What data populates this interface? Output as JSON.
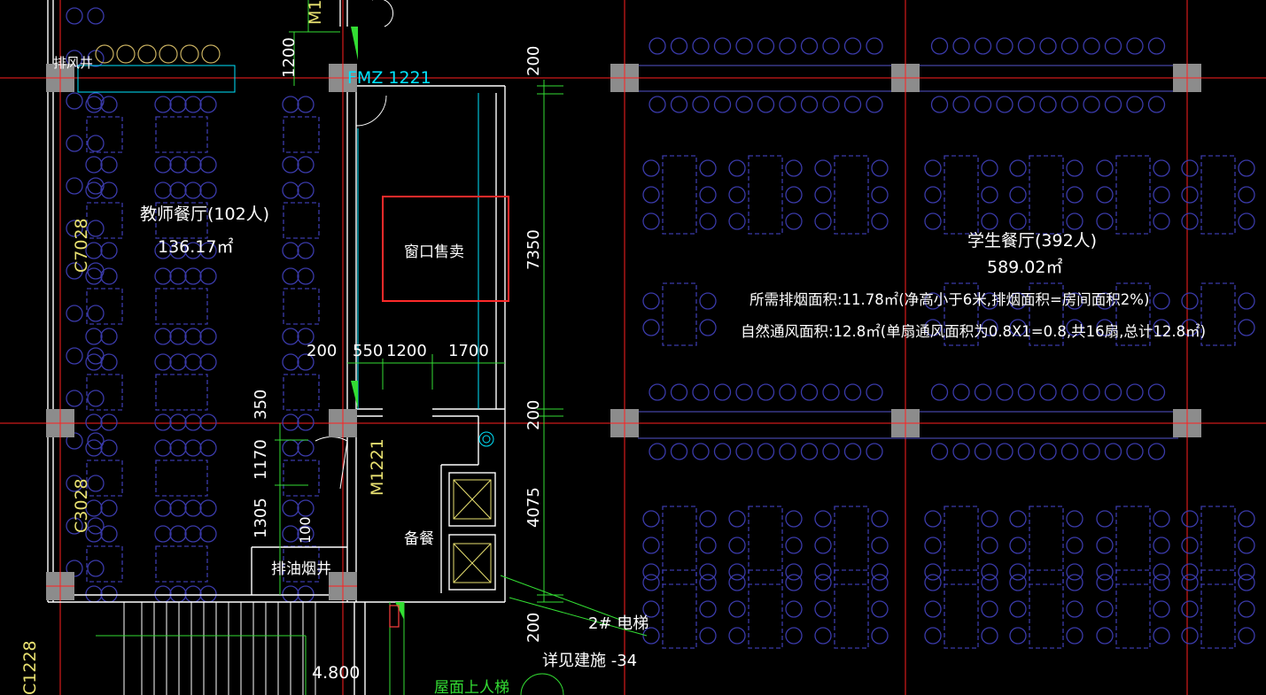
{
  "colors": {
    "background": "#000000",
    "axis": "#ff2020",
    "wall": "#ffffff",
    "furniture": "#3a3aa8",
    "dimension": "#33dd33",
    "opening": "#00e5ff",
    "column": "#8c8c8c",
    "highlight": "#ff2a2a",
    "yellow": "#e8e070"
  },
  "rooms": {
    "teacher_name": "教师餐厅(102人)",
    "teacher_area": "136.17㎡",
    "student_name": "学生餐厅(392人)",
    "student_area": "589.02㎡",
    "window_sale": "窗口售卖",
    "prep": "备餐",
    "oil_shaft": "排油烟井",
    "exhaust": "排风井"
  },
  "notes": {
    "smoke_area": "所需排烟面积:11.78㎡(净高小于6米,排烟面积=房间面积2%)",
    "natural_vent": "自然通风面积:12.8㎡(单扇通风面积为0.8X1=0.8,共16扇,总计12.8㎡)"
  },
  "doors": {
    "fmz": "FMZ 1221",
    "m1221": "M1221",
    "m1_top": "M1",
    "c7028": "C7028",
    "c3028": "C3028",
    "c1228": "C1228"
  },
  "dimensions": {
    "d1200_top": "1200",
    "d200_a": "200",
    "d7350": "7350",
    "d200_b": "200",
    "d550": "550",
    "d1200": "1200",
    "d1700": "1700",
    "d200_c": "200",
    "d4075": "4075",
    "d200_d": "200",
    "d350": "350",
    "d1170": "1170",
    "d1305": "1305",
    "d100": "100",
    "elev": "4.800"
  },
  "labels": {
    "elevator": "2# 电梯",
    "detail": "详见建施  -34",
    "roof_stair": "屋面上人梯"
  }
}
